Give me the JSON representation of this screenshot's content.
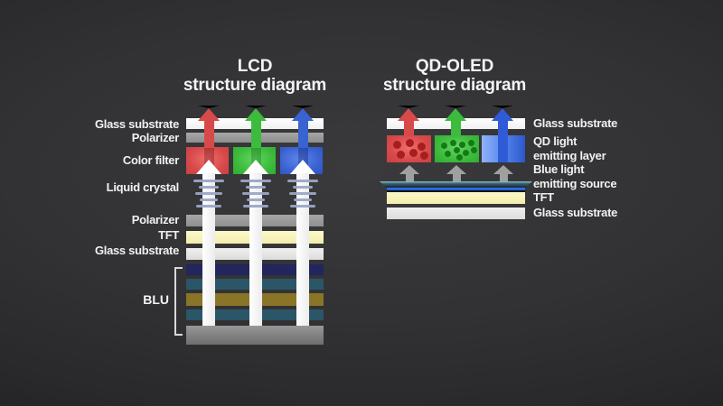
{
  "lcd": {
    "title_line1": "LCD",
    "title_line2": "structure diagram",
    "labels": {
      "glass_top": "Glass substrate",
      "polarizer_top": "Polarizer",
      "color_filter": "Color filter",
      "liquid_crystal": "Liquid crystal",
      "polarizer_bottom": "Polarizer",
      "tft": "TFT",
      "glass_bottom": "Glass substrate",
      "blu": "BLU"
    }
  },
  "qd_oled": {
    "title_line1": "QD-OLED",
    "title_line2": "structure diagram",
    "labels": {
      "glass_top": "Glass substrate",
      "qd_layer_line1": "QD light",
      "qd_layer_line2": "emitting layer",
      "blue_source_line1": "Blue light",
      "blue_source_line2": "emitting source",
      "tft": "TFT",
      "glass_bottom": "Glass substrate"
    }
  },
  "colors": {
    "background": "#2e2e30",
    "red": "#d84a4a",
    "green": "#3dbb3d",
    "blue": "#3a63d2",
    "white_glass": "#ffffff",
    "polarizer_gray": "#9a9a9a",
    "tft_yellow": "#f9f4c2",
    "blu_navy": "#23255e",
    "blu_teal": "#2b5668",
    "blu_olive": "#8a7428",
    "base_gray": "#8c8c8c",
    "text": "#f1f1f1"
  }
}
